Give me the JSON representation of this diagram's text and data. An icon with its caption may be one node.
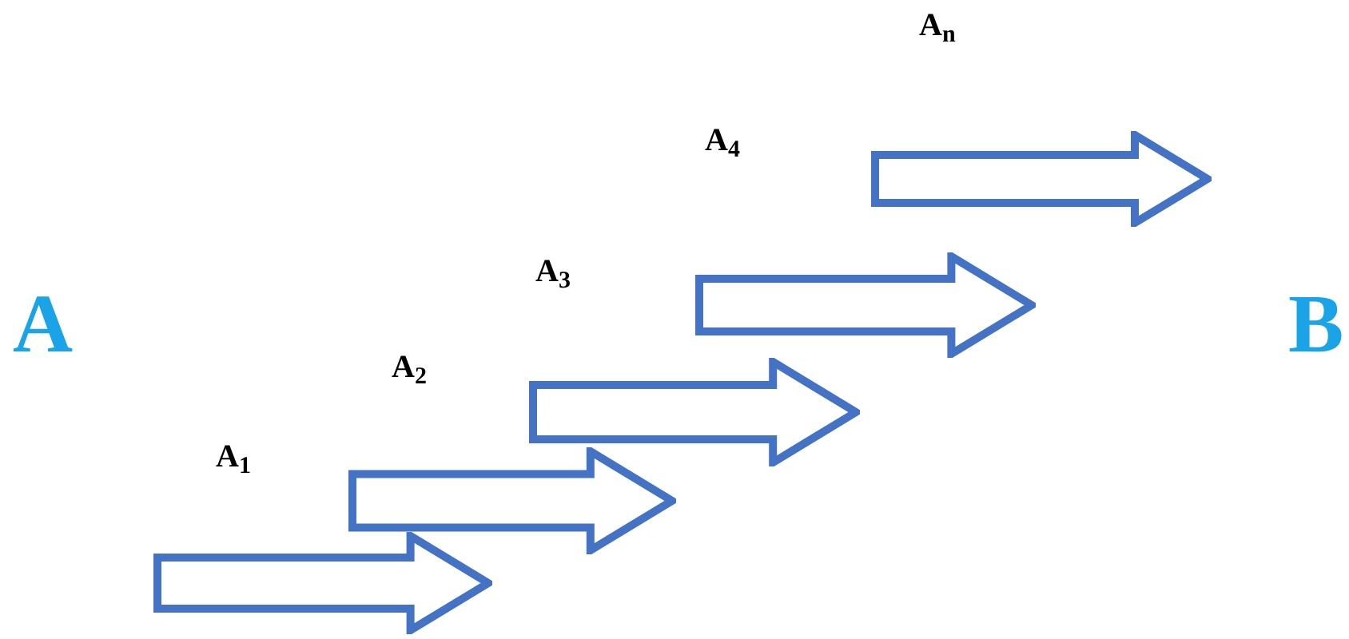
{
  "diagram": {
    "labels": [
      "A$_{n}$",
      "A$_{4}$",
      "A$_{3}$",
      "A",
      "B",
      "A$_{2}$",
      "A$_{1}$"
    ]
  }
}
